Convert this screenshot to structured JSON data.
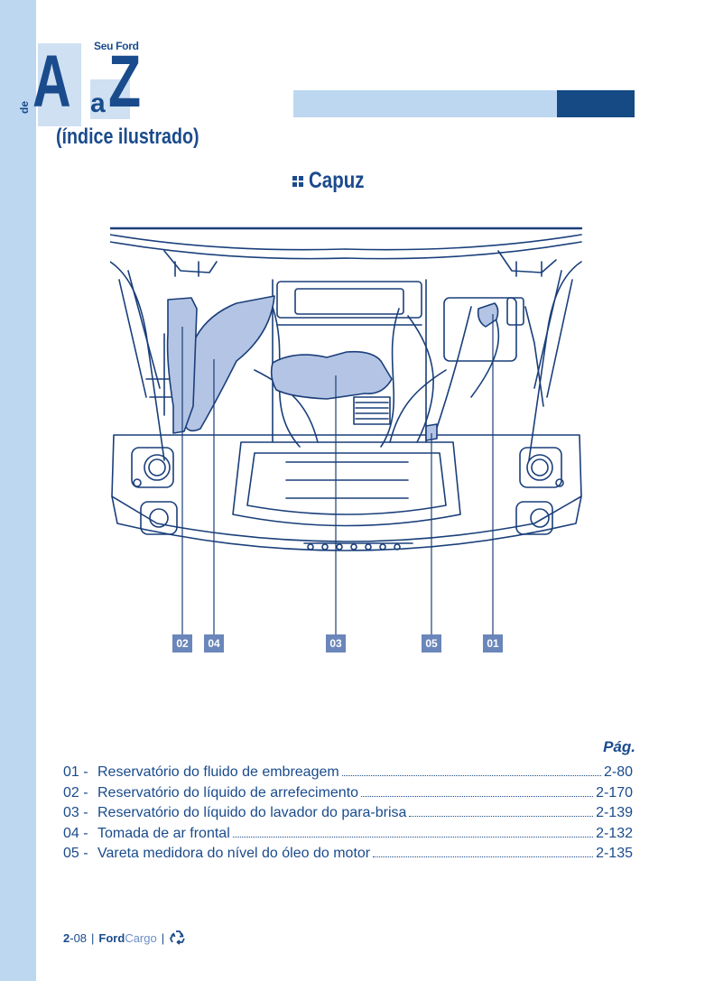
{
  "logo": {
    "small_top": "Seu Ford",
    "rotated": "de",
    "letter_a_big": "A",
    "letter_a_small": "a",
    "letter_z": "Z",
    "subtitle": "(índice ilustrado)"
  },
  "section": {
    "title": "Capuz"
  },
  "callouts": [
    "02",
    "04",
    "03",
    "05",
    "01"
  ],
  "legend": {
    "header": "Pág.",
    "rows": [
      {
        "num": "01 -",
        "text": "Reservatório do fluido de embreagem",
        "page": "2-80"
      },
      {
        "num": "02 -",
        "text": "Reservatório do líquido de arrefecimento",
        "page": "2-170"
      },
      {
        "num": "03 -",
        "text": "Reservatório do líquido do lavador do para-brisa",
        "page": "2-139"
      },
      {
        "num": "04 -",
        "text": "Tomada de ar frontal",
        "page": "2-132"
      },
      {
        "num": "05 -",
        "text": "Vareta medidora do nível do óleo do motor",
        "page": "2-135"
      }
    ]
  },
  "footer": {
    "page_prefix": "2",
    "page_suffix": "-08",
    "separator": "|",
    "brand_bold": "Ford",
    "brand_light": "Cargo",
    "recycle_icon": "recycle-icon"
  },
  "colors": {
    "accent_dark": "#154a84",
    "accent_light": "#bdd7f1",
    "highlight": "#b4c4e4"
  }
}
